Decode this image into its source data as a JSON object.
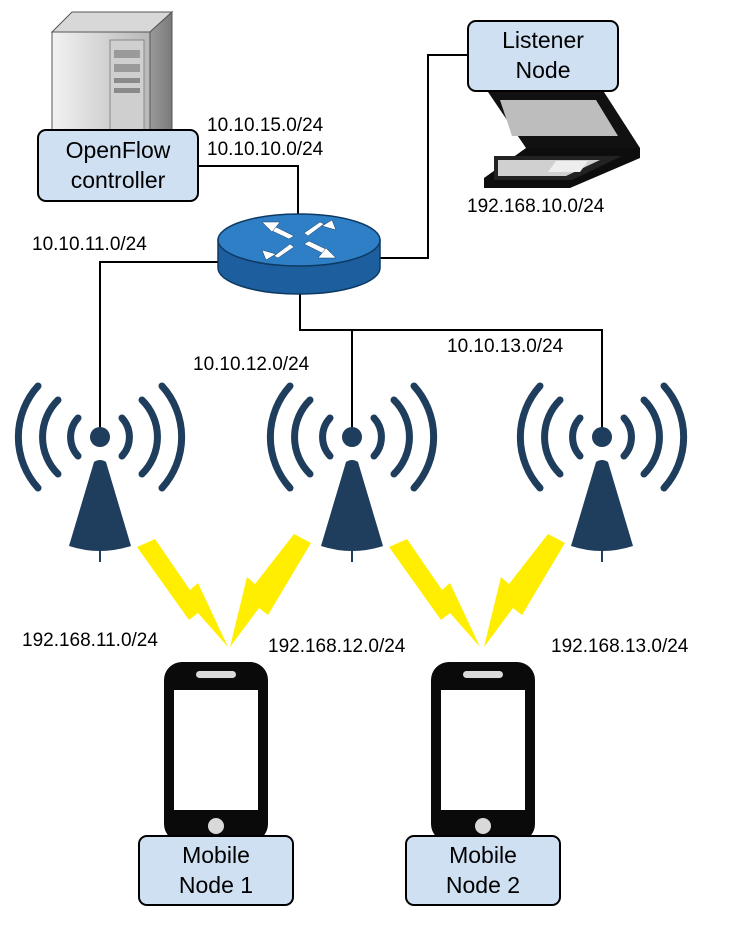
{
  "nodes": {
    "controller": {
      "line1": "OpenFlow",
      "line2": "controller"
    },
    "listener": {
      "line1": "Listener",
      "line2": "Node"
    },
    "mobile1": {
      "line1": "Mobile",
      "line2": "Node 1"
    },
    "mobile2": {
      "line1": "Mobile",
      "line2": "Node 2"
    }
  },
  "subnets": {
    "controller_a": "10.10.15.0/24",
    "controller_b": "10.10.10.0/24",
    "listener": "192.168.10.0/24",
    "ap1_backhaul": "10.10.11.0/24",
    "ap2_backhaul": "10.10.12.0/24",
    "ap3_backhaul": "10.10.13.0/24",
    "wlan1": "192.168.11.0/24",
    "wlan2": "192.168.12.0/24",
    "wlan3": "192.168.13.0/24"
  },
  "colors": {
    "node_fill": "#cfe0f2",
    "router": "#2f7fc7",
    "antenna": "#1f3d5c",
    "wireless_link": "#ffee00"
  },
  "icons": {
    "server": "server-tower-icon",
    "laptop": "laptop-icon",
    "router": "router-icon",
    "access_point": "wireless-antenna-icon",
    "phone": "smartphone-icon",
    "wireless_link": "lightning-bolt-icon"
  }
}
